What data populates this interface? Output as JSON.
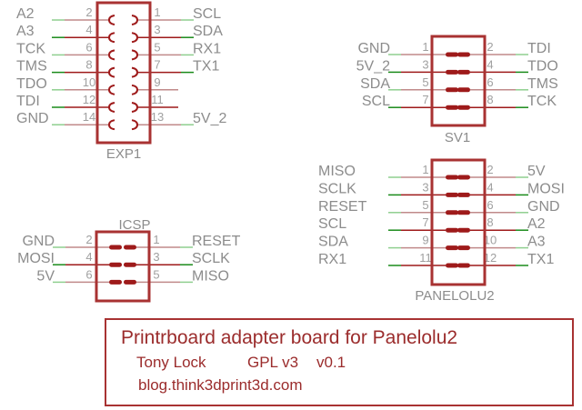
{
  "colors": {
    "part_outline": "#a83232",
    "wire_red": "#9e1a1a",
    "wire_red_light": "#c08a8a",
    "wire_green": "#1a8a1a",
    "wire_green_light": "#8fcf8f",
    "label_gray": "#8c8c8c",
    "title_red": "#9b2c2c"
  },
  "connectors": [
    {
      "id": "EXP1",
      "name": "EXP1",
      "pin_style": "socket",
      "rows": [
        {
          "left_num": "2",
          "left_label": "A2",
          "right_num": "1",
          "right_label": "SCL"
        },
        {
          "left_num": "4",
          "left_label": "A3",
          "right_num": "3",
          "right_label": "SDA"
        },
        {
          "left_num": "6",
          "left_label": "TCK",
          "right_num": "5",
          "right_label": "RX1"
        },
        {
          "left_num": "8",
          "left_label": "TMS",
          "right_num": "7",
          "right_label": "TX1"
        },
        {
          "left_num": "10",
          "left_label": "TDO",
          "right_num": "9",
          "right_label": ""
        },
        {
          "left_num": "12",
          "left_label": "TDI",
          "right_num": "11",
          "right_label": ""
        },
        {
          "left_num": "14",
          "left_label": "GND",
          "right_num": "13",
          "right_label": "5V_2"
        }
      ]
    },
    {
      "id": "SV1",
      "name": "SV1",
      "pin_style": "pin",
      "rows": [
        {
          "left_num": "1",
          "left_label": "GND",
          "right_num": "2",
          "right_label": "TDI"
        },
        {
          "left_num": "3",
          "left_label": "5V_2",
          "right_num": "4",
          "right_label": "TDO"
        },
        {
          "left_num": "5",
          "left_label": "SDA",
          "right_num": "6",
          "right_label": "TMS"
        },
        {
          "left_num": "7",
          "left_label": "SCL",
          "right_num": "8",
          "right_label": "TCK"
        }
      ]
    },
    {
      "id": "PANELOLU2",
      "name": "PANELOLU2",
      "pin_style": "pin",
      "rows": [
        {
          "left_num": "1",
          "left_label": "MISO",
          "right_num": "2",
          "right_label": "5V"
        },
        {
          "left_num": "3",
          "left_label": "SCLK",
          "right_num": "4",
          "right_label": "MOSI"
        },
        {
          "left_num": "5",
          "left_label": "RESET",
          "right_num": "6",
          "right_label": "GND"
        },
        {
          "left_num": "7",
          "left_label": "SCL",
          "right_num": "8",
          "right_label": "A2"
        },
        {
          "left_num": "9",
          "left_label": "SDA",
          "right_num": "10",
          "right_label": "A3"
        },
        {
          "left_num": "11",
          "left_label": "RX1",
          "right_num": "12",
          "right_label": "TX1"
        }
      ]
    },
    {
      "id": "ICSP",
      "name": "ICSP",
      "pin_style": "pin",
      "rows": [
        {
          "left_num": "2",
          "left_label": "GND",
          "right_num": "1",
          "right_label": "RESET"
        },
        {
          "left_num": "4",
          "left_label": "MOSI",
          "right_num": "3",
          "right_label": "SCLK"
        },
        {
          "left_num": "6",
          "left_label": "5V",
          "right_num": "5",
          "right_label": "MISO"
        }
      ]
    }
  ],
  "title_block": {
    "title": "Printrboard adapter board for Panelolu2",
    "author": "Tony Lock",
    "license": "GPL v3",
    "version": "v0.1",
    "website": "blog.think3dprint3d.com"
  }
}
